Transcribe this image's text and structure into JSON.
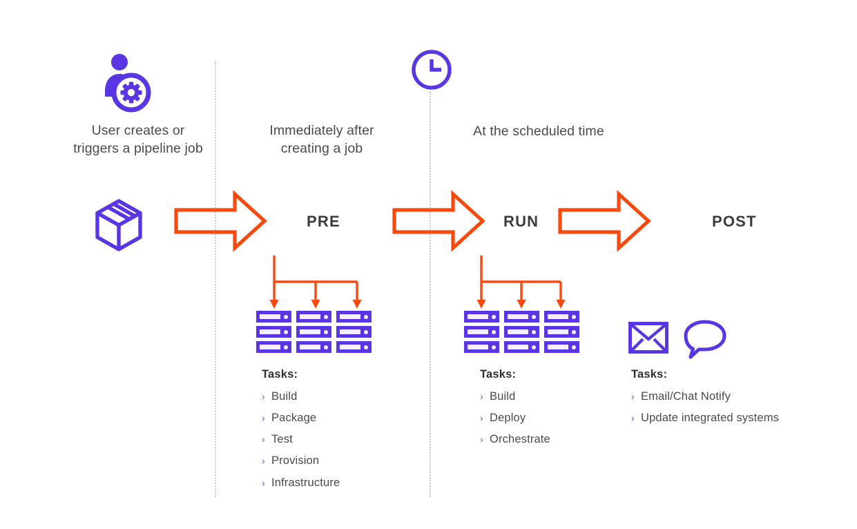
{
  "theme": {
    "purple": "#5a35e3",
    "orange": "#f8490f",
    "text_dark": "#3c3c3c",
    "text_gray": "#4a4a4a",
    "divider_gray": "#c9c9c9",
    "background": "#ffffff"
  },
  "captions": [
    {
      "id": "user-trigger",
      "text": "User creates or\ntriggers a pipeline job"
    },
    {
      "id": "immediately-after",
      "text": "Immediately after\ncreating a job"
    },
    {
      "id": "scheduled-time",
      "text": "At the scheduled time"
    }
  ],
  "icons": {
    "user_gear": "user-gear-icon",
    "clock": "clock-icon",
    "package": "package-cube-icon",
    "envelope": "envelope-icon",
    "chat": "chat-bubble-icon",
    "arrow": "arrow-right-icon",
    "server": "server-stack-icon",
    "bullet": "chevron-right-bullet"
  },
  "stages": [
    {
      "id": "pre",
      "label": "PRE",
      "tasks_title": "Tasks:",
      "tasks": [
        "Build",
        "Package",
        "Test",
        "Provision",
        "Infrastructure"
      ]
    },
    {
      "id": "run",
      "label": "RUN",
      "tasks_title": "Tasks:",
      "tasks": [
        "Build",
        "Deploy",
        "Orchestrate"
      ]
    },
    {
      "id": "post",
      "label": "POST",
      "tasks_title": "Tasks:",
      "tasks": [
        "Email/Chat Notify",
        "Update integrated systems"
      ]
    }
  ]
}
